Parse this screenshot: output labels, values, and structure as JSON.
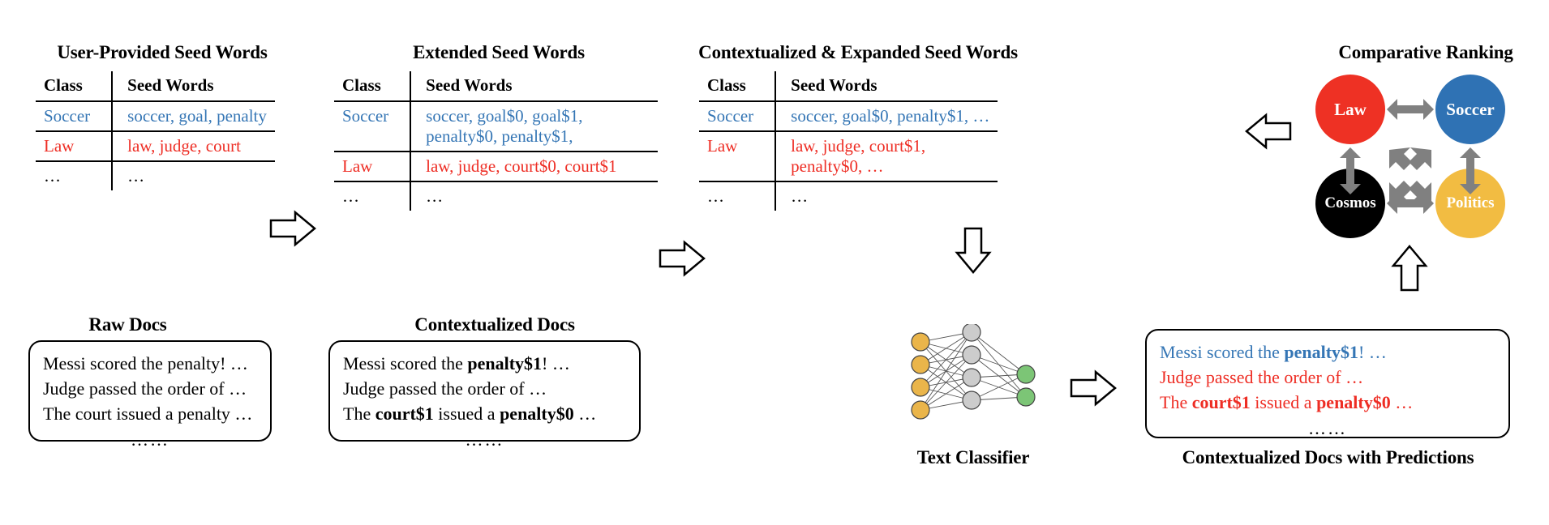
{
  "figure": {
    "type": "pipeline-diagram",
    "colors": {
      "soccer_blue": "#3576b5",
      "law_red": "#ee2d24",
      "circle_law": "#ee3124",
      "circle_soccer": "#2f72b4",
      "circle_cosmos": "#000000",
      "circle_politics": "#f2bc42",
      "arrow_gray": "#808080",
      "node_input": "#eab54a",
      "node_hidden": "#cccccc",
      "node_output": "#7cc576"
    }
  },
  "panels": {
    "user_seed": {
      "title": "User-Provided Seed Words",
      "headers": [
        "Class",
        "Seed Words"
      ],
      "rows": [
        {
          "class": "Soccer",
          "words": "soccer, goal, penalty",
          "color": "blue"
        },
        {
          "class": "Law",
          "words": "law, judge, court",
          "color": "red"
        },
        {
          "class": "…",
          "words": "…",
          "color": "black"
        }
      ]
    },
    "extended_seed": {
      "title": "Extended Seed Words",
      "headers": [
        "Class",
        "Seed Words"
      ],
      "rows": [
        {
          "class": "Soccer",
          "words": "soccer, goal$0, goal$1, penalty$0, penalty$1,",
          "color": "blue"
        },
        {
          "class": "Law",
          "words": "law, judge, court$0, court$1",
          "color": "red"
        },
        {
          "class": "…",
          "words": "…",
          "color": "black"
        }
      ]
    },
    "contextualized_expanded_seed": {
      "title": "Contextualized & Expanded Seed Words",
      "headers": [
        "Class",
        "Seed Words"
      ],
      "rows": [
        {
          "class": "Soccer",
          "words": "soccer, goal$0, penalty$1, …",
          "color": "blue"
        },
        {
          "class": "Law",
          "words": "law, judge, court$1, penalty$0, …",
          "color": "red"
        },
        {
          "class": "…",
          "words": "…",
          "color": "black"
        }
      ]
    },
    "comparative_ranking": {
      "title": "Comparative Ranking",
      "nodes": [
        {
          "label": "Law",
          "color": "#ee3124"
        },
        {
          "label": "Soccer",
          "color": "#2f72b4"
        },
        {
          "label": "Cosmos",
          "color": "#000000"
        },
        {
          "label": "Politics",
          "color": "#f2bc42"
        }
      ]
    },
    "raw_docs": {
      "title": "Raw Docs",
      "lines": [
        "Messi scored the penalty! …",
        "Judge passed the order of …",
        "The court issued a penalty …"
      ],
      "ellipsis": "……"
    },
    "contextualized_docs": {
      "title": "Contextualized Docs",
      "lines": [
        [
          {
            "t": "Messi scored the ",
            "b": false
          },
          {
            "t": "penalty$1",
            "b": true
          },
          {
            "t": "! …",
            "b": false
          }
        ],
        [
          {
            "t": "Judge passed the order of …",
            "b": false
          }
        ],
        [
          {
            "t": "The ",
            "b": false
          },
          {
            "t": "court$1",
            "b": true
          },
          {
            "t": " issued a ",
            "b": false
          },
          {
            "t": "penalty$0",
            "b": true
          },
          {
            "t": " …",
            "b": false
          }
        ]
      ],
      "ellipsis": "……"
    },
    "text_classifier": {
      "title": "Text Classifier",
      "layers": [
        4,
        4,
        2
      ]
    },
    "docs_with_predictions": {
      "title": "Contextualized Docs with Predictions",
      "lines": [
        {
          "color": "blue",
          "parts": [
            {
              "t": "Messi scored the ",
              "b": false
            },
            {
              "t": "penalty$1",
              "b": true
            },
            {
              "t": "! …",
              "b": false
            }
          ]
        },
        {
          "color": "red",
          "parts": [
            {
              "t": "Judge passed the order of …",
              "b": false
            }
          ]
        },
        {
          "color": "red",
          "parts": [
            {
              "t": "The ",
              "b": false
            },
            {
              "t": "court$1",
              "b": true
            },
            {
              "t": " issued a ",
              "b": false
            },
            {
              "t": "penalty$0",
              "b": true
            },
            {
              "t": " …",
              "b": false
            }
          ]
        }
      ],
      "ellipsis": "……"
    }
  }
}
